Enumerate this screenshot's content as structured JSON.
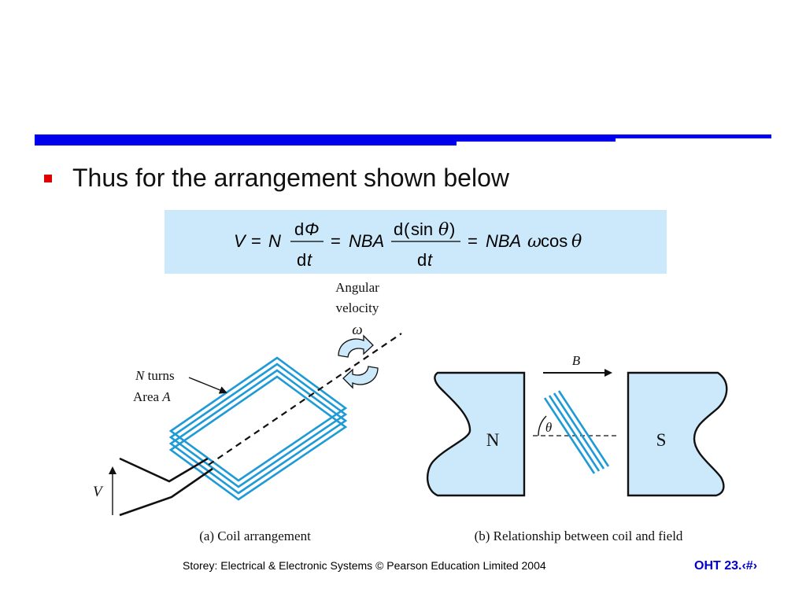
{
  "bullet": {
    "text": "Thus for the arrangement shown below"
  },
  "equation": {
    "v": "V",
    "eq": "=",
    "n": "N",
    "d": "d",
    "phi": "Φ",
    "t": "t",
    "nba": "NBA",
    "sin": "sin",
    "theta": "θ",
    "lparen": "(",
    "rparen": ")",
    "omega": "ω",
    "cos": "cos"
  },
  "diagram_a": {
    "angular_label_1": "Angular",
    "angular_label_2": "velocity",
    "omega_symbol": "ω",
    "n_turns_italic": "N",
    "n_turns_text": " turns",
    "area_text": "Area ",
    "area_italic": "A",
    "v_label": "V",
    "caption": "(a) Coil arrangement"
  },
  "diagram_b": {
    "b_label": "B",
    "n_pole": "N",
    "s_pole": "S",
    "theta_label": "θ",
    "caption": "(b) Relationship between coil and field"
  },
  "footer": {
    "credit": "Storey: Electrical & Electronic Systems © Pearson Education Limited 2004",
    "slide_number": "OHT 23.‹#›"
  },
  "colors": {
    "rule_blue": "#0000ee",
    "coil_blue": "#1e9ad6",
    "pole_fill": "#cce9fb",
    "equation_bg": "#cce9fb",
    "bullet_red": "#e00000",
    "footer_accent": "#0000cc"
  }
}
